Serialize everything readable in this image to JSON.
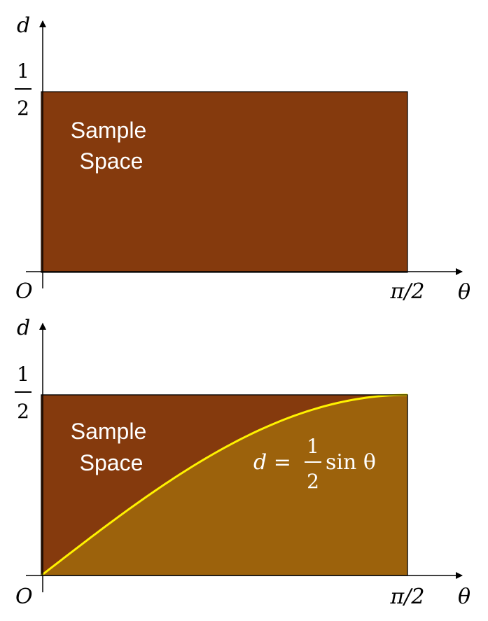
{
  "colors": {
    "sample_space": "#853A0D",
    "region_under_curve": "#9C620C",
    "curve": "#FFF200",
    "axis": "#000000"
  },
  "top_panel": {
    "y_axis_label": "d",
    "x_axis_label": "θ",
    "origin_label": "O",
    "y_tick_numerator": "1",
    "y_tick_denominator": "2",
    "x_tick_label": "π/2",
    "region_label_line1": "Sample",
    "region_label_line2": "Space"
  },
  "bottom_panel": {
    "y_axis_label": "d",
    "x_axis_label": "θ",
    "origin_label": "O",
    "y_tick_numerator": "1",
    "y_tick_denominator": "2",
    "x_tick_label": "π/2",
    "region_label_line1": "Sample",
    "region_label_line2": "Space",
    "equation_lhs": "d =",
    "equation_numerator": "1",
    "equation_denominator": "2",
    "equation_rhs": "sin θ"
  }
}
